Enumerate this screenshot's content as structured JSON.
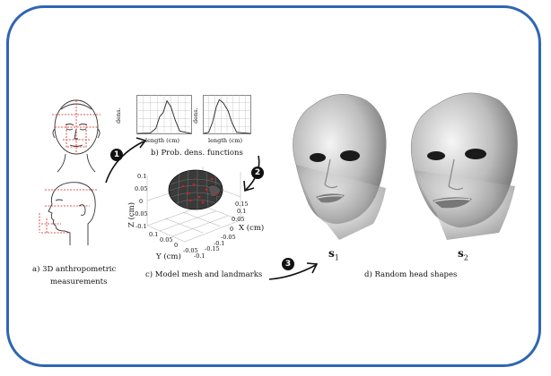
{
  "captions": {
    "a_line1": "a) 3D anthropometric",
    "a_line2": "measurements",
    "b": "b) Prob. dens. functions",
    "c": "c) Model mesh and landmarks",
    "d": "d) Random head shapes"
  },
  "steps": [
    "1",
    "2",
    "3"
  ],
  "pdf_panels": {
    "ylabel": "dens.",
    "xlabel": "length (cm)",
    "panel1_points": [
      [
        0.02,
        0.02
      ],
      [
        0.25,
        0.03
      ],
      [
        0.35,
        0.15
      ],
      [
        0.42,
        0.45
      ],
      [
        0.48,
        0.55
      ],
      [
        0.55,
        0.85
      ],
      [
        0.62,
        0.7
      ],
      [
        0.7,
        0.35
      ],
      [
        0.78,
        0.08
      ],
      [
        0.98,
        0.02
      ]
    ],
    "panel2_points": [
      [
        0.02,
        0.02
      ],
      [
        0.12,
        0.05
      ],
      [
        0.2,
        0.3
      ],
      [
        0.28,
        0.7
      ],
      [
        0.34,
        0.88
      ],
      [
        0.42,
        0.8
      ],
      [
        0.52,
        0.6
      ],
      [
        0.6,
        0.3
      ],
      [
        0.7,
        0.05
      ],
      [
        0.98,
        0.02
      ]
    ]
  },
  "mesh_plot": {
    "z_label": "Z (cm)",
    "y_label": "Y (cm)",
    "x_label": "X (cm)",
    "z_ticks": [
      "0.1",
      "0.05",
      "0",
      "-0.05",
      "-0.1"
    ],
    "y_ticks": [
      "0.1",
      "0.05",
      "0",
      "-0.05",
      "-0.1"
    ],
    "x_ticks": [
      "0.15",
      "0.1",
      "0.05",
      "0",
      "-0.05",
      "-0.1",
      "-0.15"
    ]
  },
  "shape_labels": {
    "s1_base": "s",
    "s1_sub": "1",
    "s2_base": "s",
    "s2_sub": "2"
  },
  "colors": {
    "frame": "#2f66b3",
    "measure_lines": "#d22020",
    "mesh_marks": "#d02020"
  }
}
